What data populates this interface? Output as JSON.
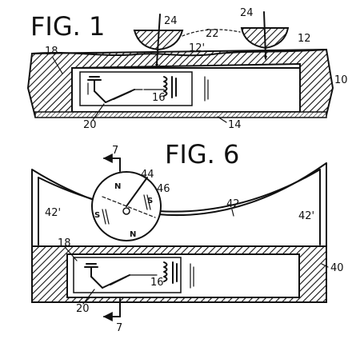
{
  "figures": {
    "fig1": {
      "title": "FIG. 1",
      "labels": {
        "r24a": "24",
        "r24b": "24",
        "r22": "22",
        "r12a": "12'",
        "r12b": "12",
        "r18": "18",
        "r16": "16",
        "r10": "10",
        "r20": "20",
        "r14": "14"
      }
    },
    "fig6": {
      "title": "FIG. 6",
      "labels": {
        "r7top": "7",
        "r44": "44",
        "r46": "46",
        "r42": "42",
        "r42l": "42'",
        "r42r": "42'",
        "r18": "18",
        "r16": "16",
        "r40": "40",
        "r20": "20",
        "r7bot": "7"
      },
      "poles": {
        "n_top": "N",
        "s_right": "S",
        "s_left": "S",
        "n_bottom": "N"
      }
    }
  },
  "colors": {
    "ink": "#111111",
    "paper": "#ffffff"
  }
}
